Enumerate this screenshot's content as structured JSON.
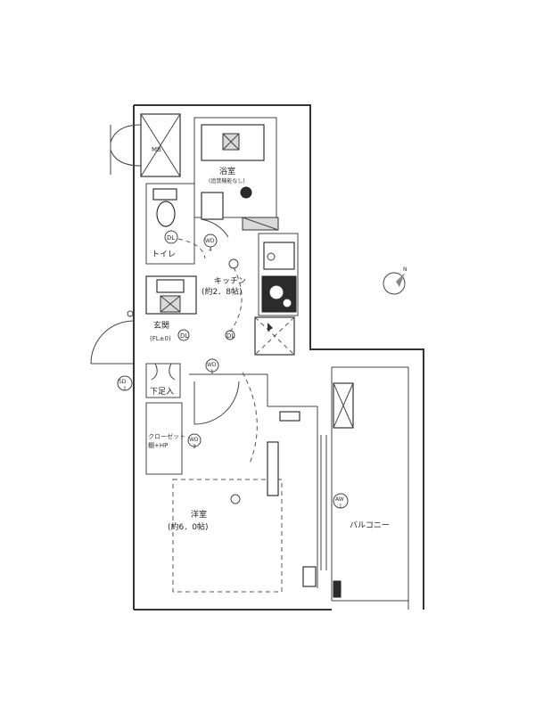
{
  "rooms": {
    "bath": "浴室",
    "bath_note": "(追焚機能なし)",
    "toilet": "トイレ",
    "kitchen": "キッチン",
    "kitchen_size": "(約2．8帖)",
    "entrance": "玄関",
    "entrance_fl": "(FL±0)",
    "shoebox": "下足入",
    "closet": "クローゼット",
    "closet_sub": "棚+HP",
    "western": "洋室",
    "western_size": "(約6．0帖)",
    "balcony": "バルコニー"
  },
  "fixtures": {
    "mb": "MB",
    "dl": "DL",
    "wd": "WD",
    "wd_num": "4",
    "wd1_num": "1",
    "wd_closet_num": "3",
    "sd": "SD",
    "sd_num": "1",
    "aw": "AW",
    "aw_num": "1"
  },
  "compass": {
    "north": "N"
  }
}
